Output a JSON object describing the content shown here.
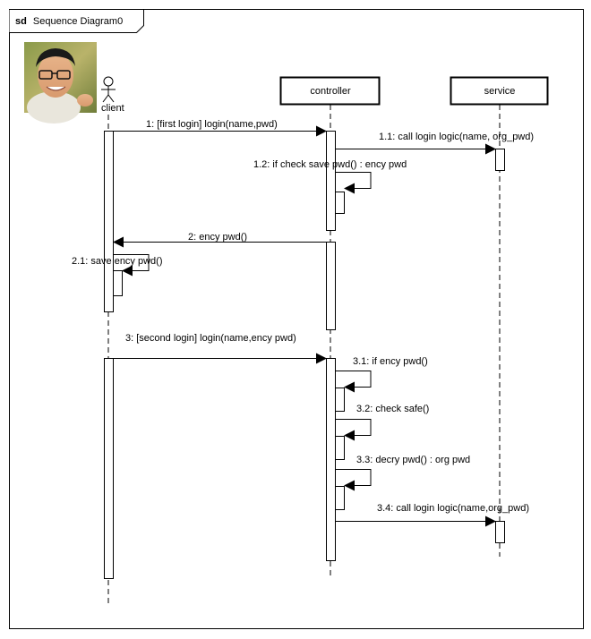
{
  "frame": {
    "keyword": "sd",
    "name": "Sequence Diagram0"
  },
  "actor": {
    "label": "client",
    "photo": "portrait-photo-of-smiling-man-with-glasses"
  },
  "participants": {
    "controller": "controller",
    "service": "service"
  },
  "messages": {
    "m1": "1: [first login] login(name,pwd)",
    "m1_1": "1.1: call login logic(name, org_pwd)",
    "m1_2": "1.2: if check save pwd() : ency pwd",
    "m2": "2: ency pwd()",
    "m2_1": "2.1: save ency pwd()",
    "m3": "3: [second login] login(name,ency pwd)",
    "m3_1": "3.1: if ency pwd()",
    "m3_2": "3.2: check safe()",
    "m3_3": "3.3: decry pwd() : org pwd",
    "m3_4": "3.4: call login logic(name,org_pwd)"
  }
}
